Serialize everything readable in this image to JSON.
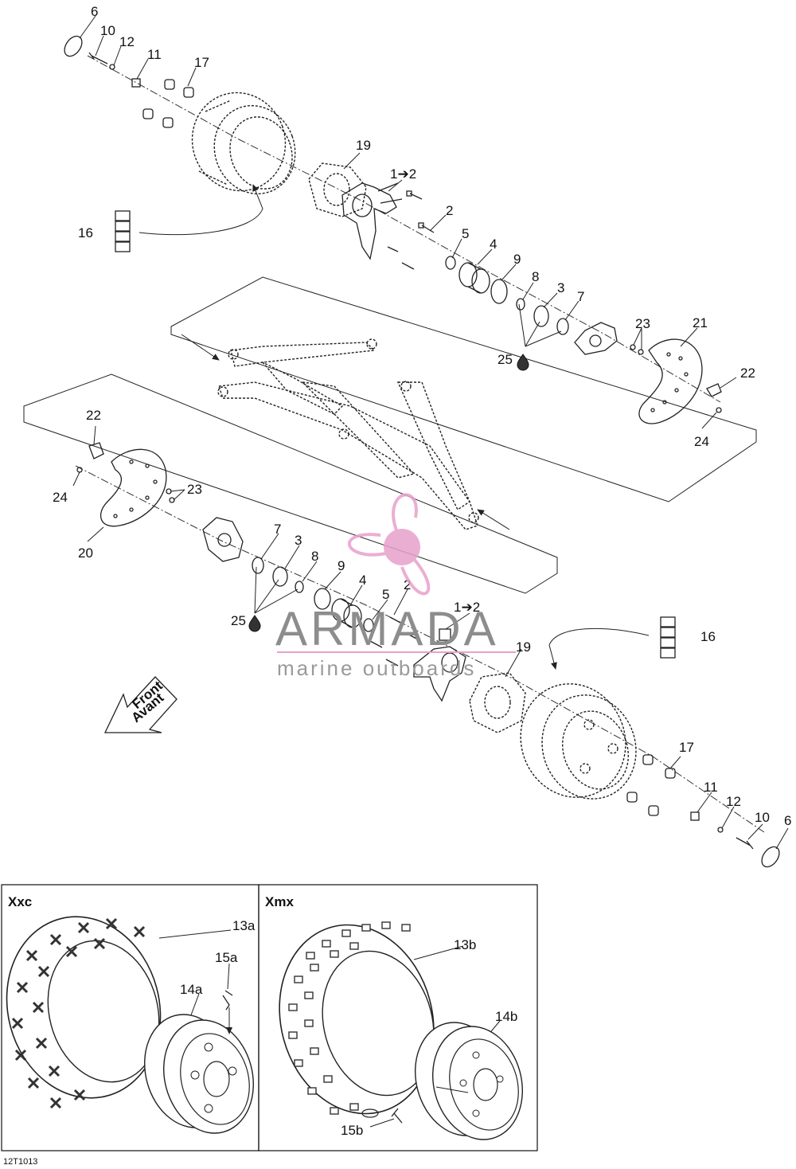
{
  "callouts": {
    "c6_top": "6",
    "c10_top": "10",
    "c12_top": "12",
    "c11_top": "11",
    "c17_top": "17",
    "c19_top": "19",
    "c1to2_top": "1➔2",
    "c2_top": "2",
    "c16_top": "16",
    "c5_top": "5",
    "c4_top": "4",
    "c9_top": "9",
    "c8_top": "8",
    "c3_top": "3",
    "c7_top": "7",
    "c25_top": "25",
    "c23_top": "23",
    "c21": "21",
    "c22_top": "22",
    "c24_top": "24",
    "c22_left": "22",
    "c24_left": "24",
    "c23_left": "23",
    "c20": "20",
    "c7_low": "7",
    "c3_low": "3",
    "c8_low": "8",
    "c9_low": "9",
    "c4_low": "4",
    "c5_low": "5",
    "c2_low": "2",
    "c1to2_low": "1➔2",
    "c25_low": "25",
    "c19_low": "19",
    "c16_low": "16",
    "c17_low": "17",
    "c11_low": "11",
    "c12_low": "12",
    "c10_low": "10",
    "c6_low": "6"
  },
  "direction_arrow": {
    "line1": "Front",
    "line2": "Avant"
  },
  "watermark": {
    "brand": "ARMADA",
    "tagline": "marine outboards",
    "logo": "propeller-logo"
  },
  "variants": {
    "xxc": {
      "title": "Xxc",
      "tire": "13a",
      "rim": "14a",
      "valve": "15a"
    },
    "xmx": {
      "title": "Xmx",
      "tire": "13b",
      "rim": "14b",
      "valve": "15b"
    }
  },
  "drawing_code": "12T1013",
  "icons": {
    "lubricant": "oil-drop-icon"
  },
  "colors": {
    "line": "#222222",
    "watermark_pink": "#e8a0cc",
    "watermark_gray": "#8d8d8d"
  }
}
